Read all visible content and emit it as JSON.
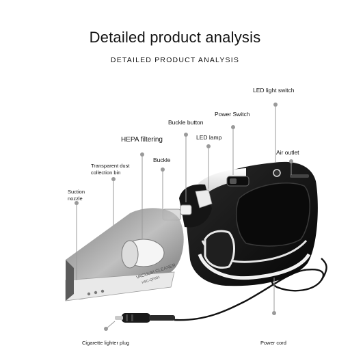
{
  "header": {
    "title": "Detailed product analysis",
    "subtitle": "DETAILED PRODUCT ANALYSIS"
  },
  "callouts": {
    "led_light_switch": "LED light switch",
    "power_switch": "Power Switch",
    "buckle_button": "Buckle button",
    "led_lamp": "LED lamp",
    "hepa_filtering": "HEPA filtering",
    "air_outlet": "Air outlet",
    "buckle": "Buckle",
    "transparent_dust_bin_line1": "Transparent dust",
    "transparent_dust_bin_line2": "collection bin",
    "suction_nozzle_line1": "Suction",
    "suction_nozzle_line2": "nozzle",
    "cigarette_lighter_plug": "Cigarette lighter plug",
    "power_cord": "Power cord"
  },
  "product": {
    "body_print_line1": "VACUUM CLEANER",
    "body_print_line2": "HSC-QF801"
  },
  "colors": {
    "text": "#111111",
    "pointer": "#9a9a9a",
    "body_black": "#141414",
    "body_white": "#f2f2f2",
    "bin_smoke": "#8a8a8a"
  }
}
